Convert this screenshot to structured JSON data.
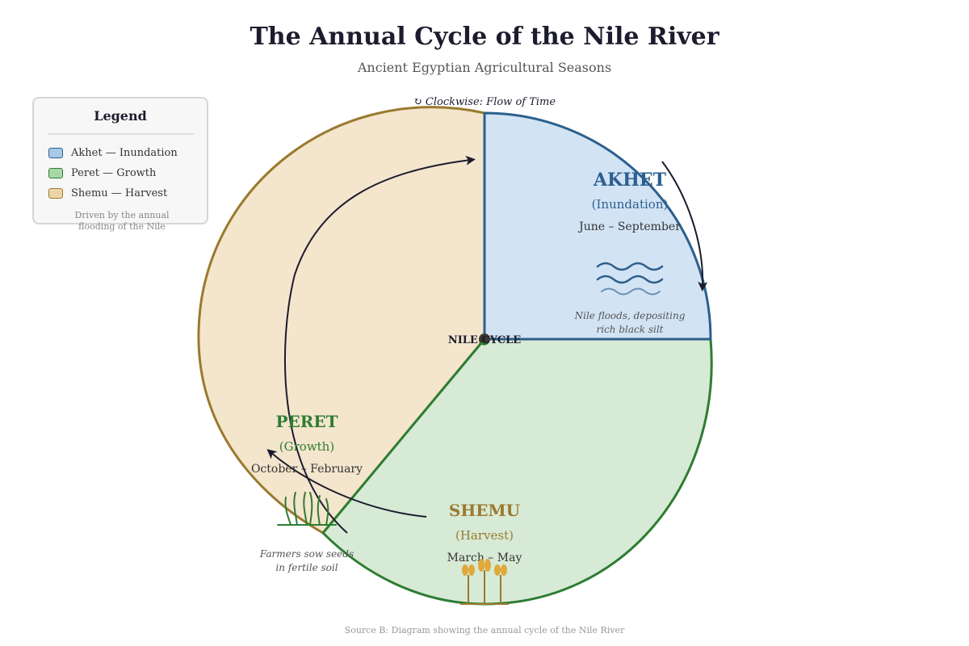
{
  "header": {
    "title": "The Annual Cycle of the Nile River",
    "subtitle": "Ancient Egyptian Agricultural Seasons"
  },
  "legend": {
    "title": "Legend",
    "items": [
      {
        "label": "Akhet — Inundation",
        "fill": "#aac8e8",
        "stroke": "#2c5f8e"
      },
      {
        "label": "Peret — Growth",
        "fill": "#a8d8a8",
        "stroke": "#2e7d32"
      },
      {
        "label": "Shemu — Harvest",
        "fill": "#edd3a8",
        "stroke": "#9a7a2e"
      }
    ],
    "note": "Driven by the annual flooding of the Nile"
  },
  "flow_label": "↻ Clockwise: Flow of Time",
  "center_label": "NILE CYCLE",
  "seasons": {
    "akhet": {
      "name": "AKHET",
      "meaning": "(Inundation)",
      "months": "June – September",
      "description_line1": "Nile floods, depositing",
      "description_line2": "rich black silt",
      "icon": "water-waves-icon",
      "text_color": "#2c5f8e",
      "fill": "#d2e3f4",
      "stroke": "#2c5f8e"
    },
    "peret": {
      "name": "PERET",
      "meaning": "(Growth)",
      "months": "October – February",
      "description_line1": "Farmers sow seeds",
      "description_line2": "in fertile soil",
      "icon": "sprouting-plant-icon",
      "text_color": "#2e7d32",
      "fill": "#d7ead6",
      "stroke": "#2e7d32"
    },
    "shemu": {
      "name": "SHEMU",
      "meaning": "(Harvest)",
      "months": "March – May",
      "icon": "grain-harvest-icon",
      "text_color": "#9a7a2e",
      "fill": "#f4e5cd",
      "stroke": "#9a7a2e"
    }
  },
  "source": "Source B: Diagram showing the annual cycle of the Nile River"
}
